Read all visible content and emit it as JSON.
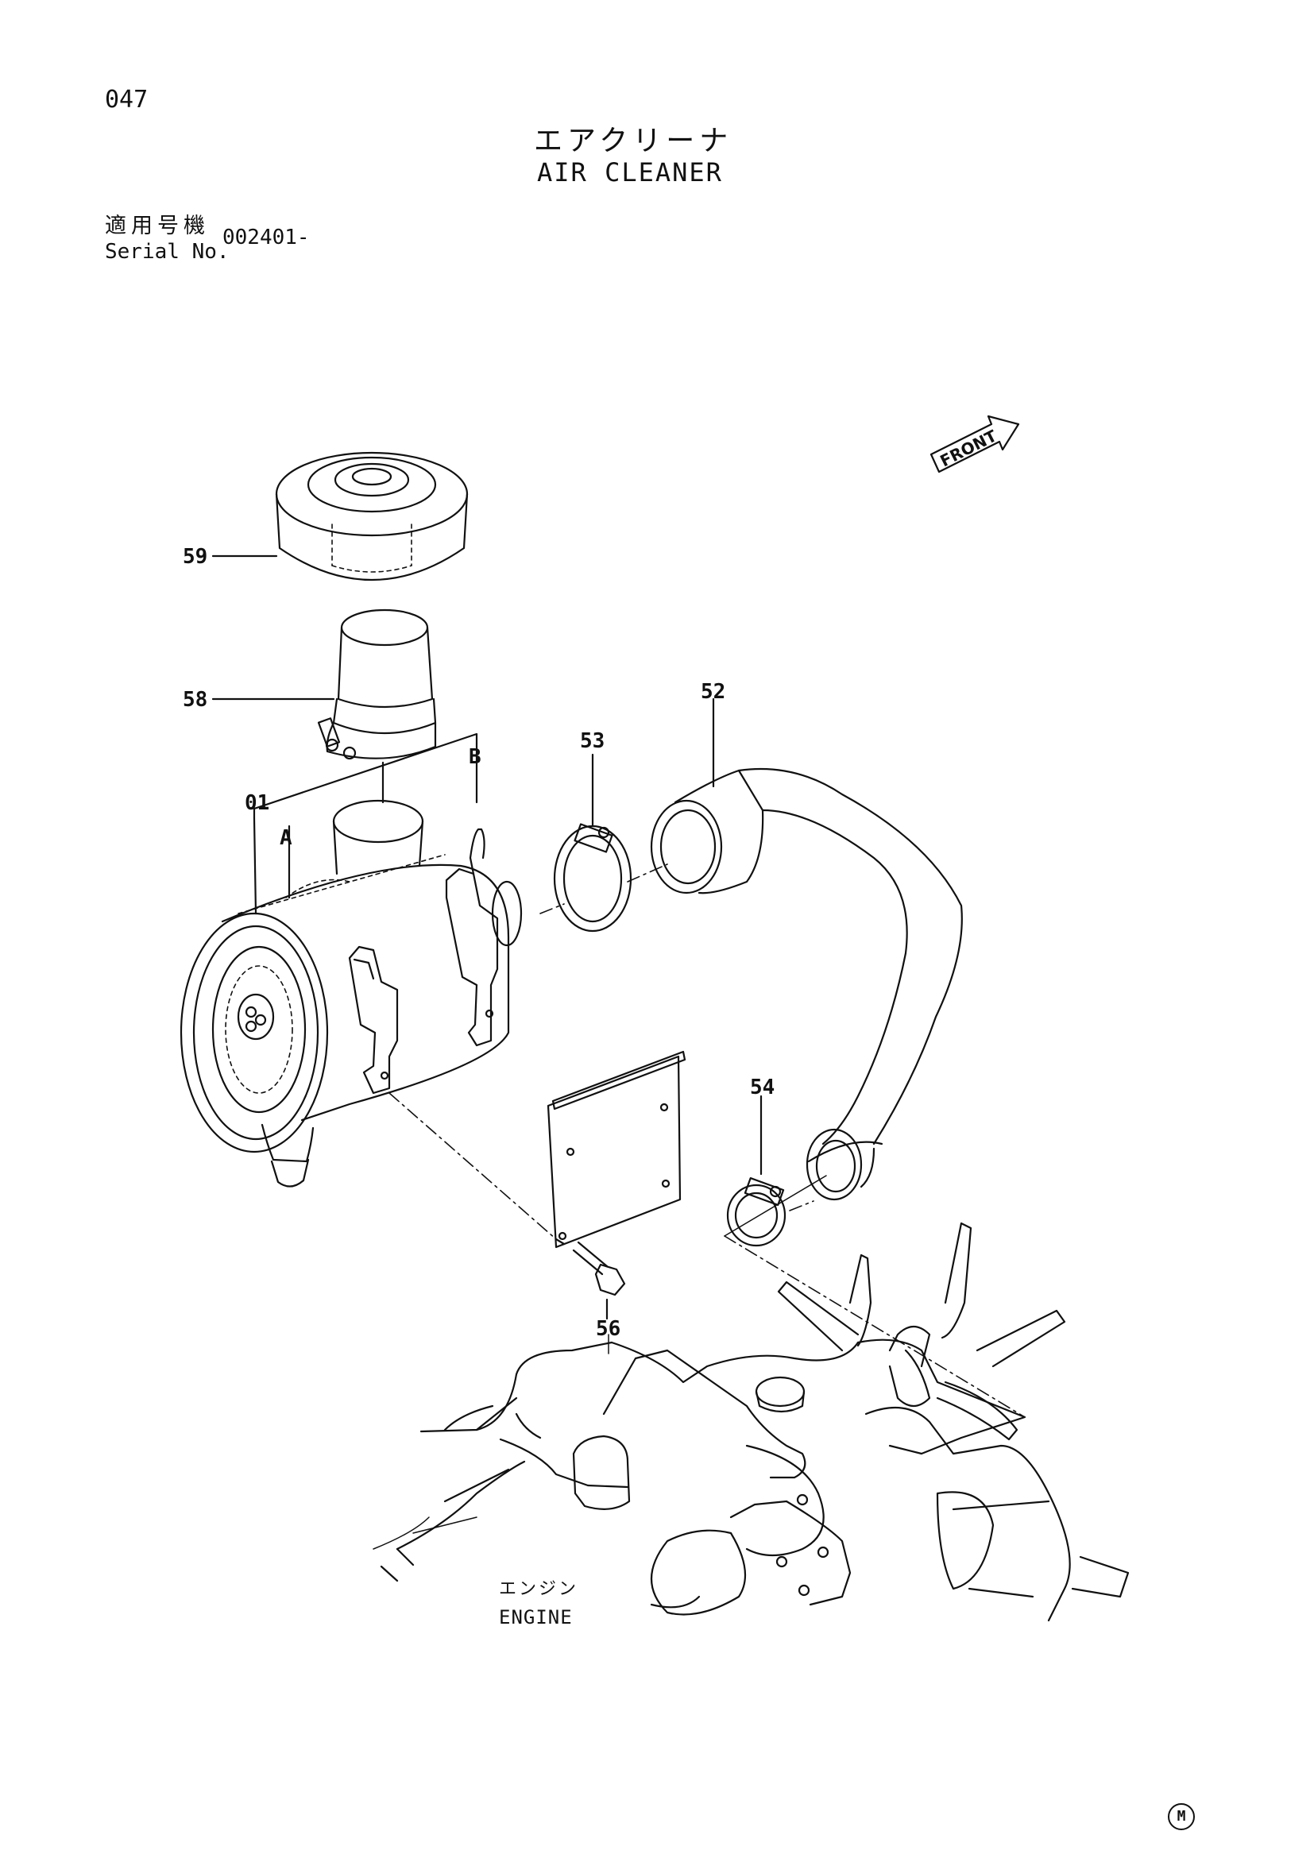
{
  "page_number": "047",
  "title": {
    "japanese": "エアクリーナ",
    "english": "AIR CLEANER"
  },
  "serial": {
    "label_japanese": "適用号機",
    "label_english": "Serial No.",
    "value": "002401-"
  },
  "orientation_label": "FRONT",
  "callouts": [
    {
      "id": "59"
    },
    {
      "id": "58"
    },
    {
      "id": "01"
    },
    {
      "id": "A"
    },
    {
      "id": "B"
    },
    {
      "id": "53"
    },
    {
      "id": "52"
    },
    {
      "id": "54"
    },
    {
      "id": "56"
    }
  ],
  "engine_label": {
    "japanese": "エンジン",
    "english": "ENGINE"
  },
  "corner_mark": "M"
}
